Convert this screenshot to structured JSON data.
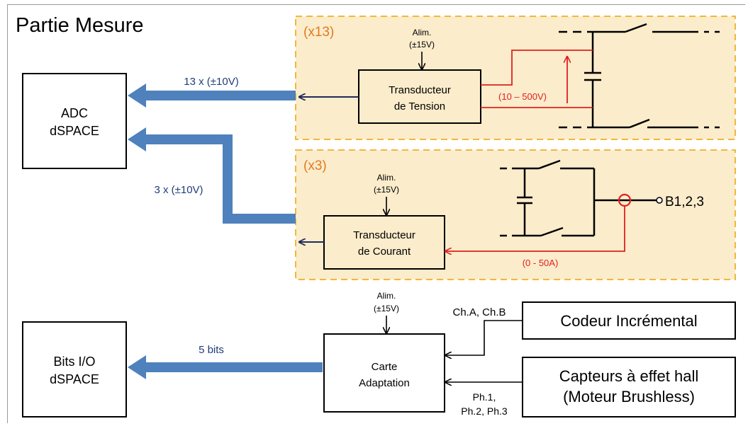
{
  "title": "Partie Mesure",
  "colors": {
    "group_fill": "#fbeccb",
    "group_border": "#f0b83b",
    "group_label": "#e07b20",
    "bus": "#4f81bd",
    "bus_label": "#1f3d7a",
    "signal_red": "#e02020",
    "arrow_navy": "#1f2a5a"
  },
  "group_voltage": {
    "label": "(x13)"
  },
  "group_current": {
    "label": "(x3)"
  },
  "adc": {
    "line1": "ADC",
    "line2": "dSPACE"
  },
  "bits_io": {
    "line1": "Bits I/O",
    "line2": "dSPACE"
  },
  "transducer_voltage": {
    "line1": "Transducteur",
    "line2": "de Tension"
  },
  "transducer_current": {
    "line1": "Transducteur",
    "line2": "de Courant"
  },
  "carte": {
    "line1": "Carte",
    "line2": "Adaptation"
  },
  "alim": {
    "line1": "Alim.",
    "line2": "(±15V)"
  },
  "bus_labels": {
    "adc_13": "13 x (±10V)",
    "adc_3": "3 x (±10V)",
    "bits_5": "5 bits"
  },
  "signal_labels": {
    "voltage_range": "(10 – 500V)",
    "current_range": "(0 - 50A)"
  },
  "phase_label": "B1,2,3",
  "encoder": {
    "label": "Codeur Incrémental",
    "signals": "Ch.A, Ch.B"
  },
  "hall": {
    "line1": "Capteurs à effet hall",
    "line2": "(Moteur Brushless)",
    "signals_line1": "Ph.1,",
    "signals_line2": "Ph.2, Ph.3"
  }
}
